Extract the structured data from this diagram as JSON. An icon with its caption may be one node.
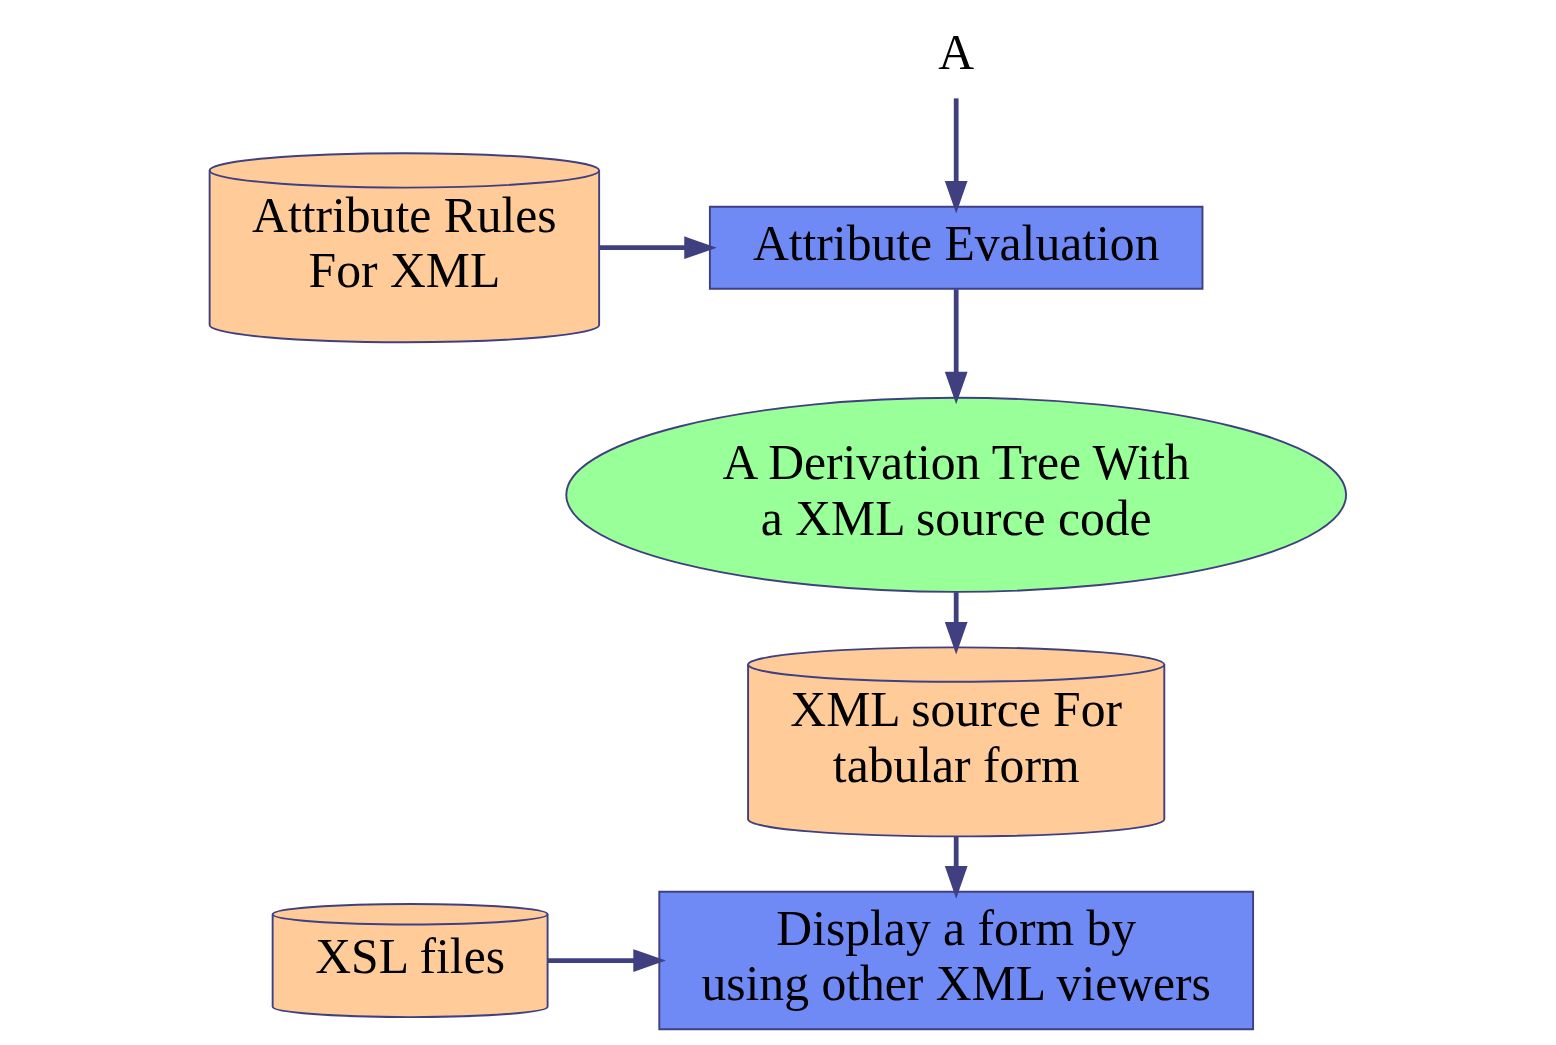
{
  "diagram": {
    "nodes": [
      {
        "text": [
          "A"
        ]
      },
      {
        "text": [
          "Attribute Evaluation"
        ]
      },
      {
        "text": [
          "Attribute Rules For XML"
        ]
      },
      {
        "text": [
          "A Derivation Tree With a XML source code"
        ]
      },
      {
        "text": [
          "XML source For tabular form"
        ]
      },
      {
        "text": [
          "Display a form by using other XML viewers"
        ]
      },
      {
        "text": [
          "XSL files"
        ]
      }
    ],
    "edges": [
      {
        "from": 0,
        "to": 1,
        "arrow": "to"
      },
      {
        "from": 2,
        "to": 1,
        "arrow": "to"
      },
      {
        "from": 1,
        "to": 3,
        "arrow": "to"
      },
      {
        "from": 3,
        "to": 4,
        "arrow": "to"
      },
      {
        "from": 4,
        "to": 5,
        "arrow": "to"
      },
      {
        "from": 6,
        "to": 5,
        "arrow": "to"
      }
    ]
  }
}
